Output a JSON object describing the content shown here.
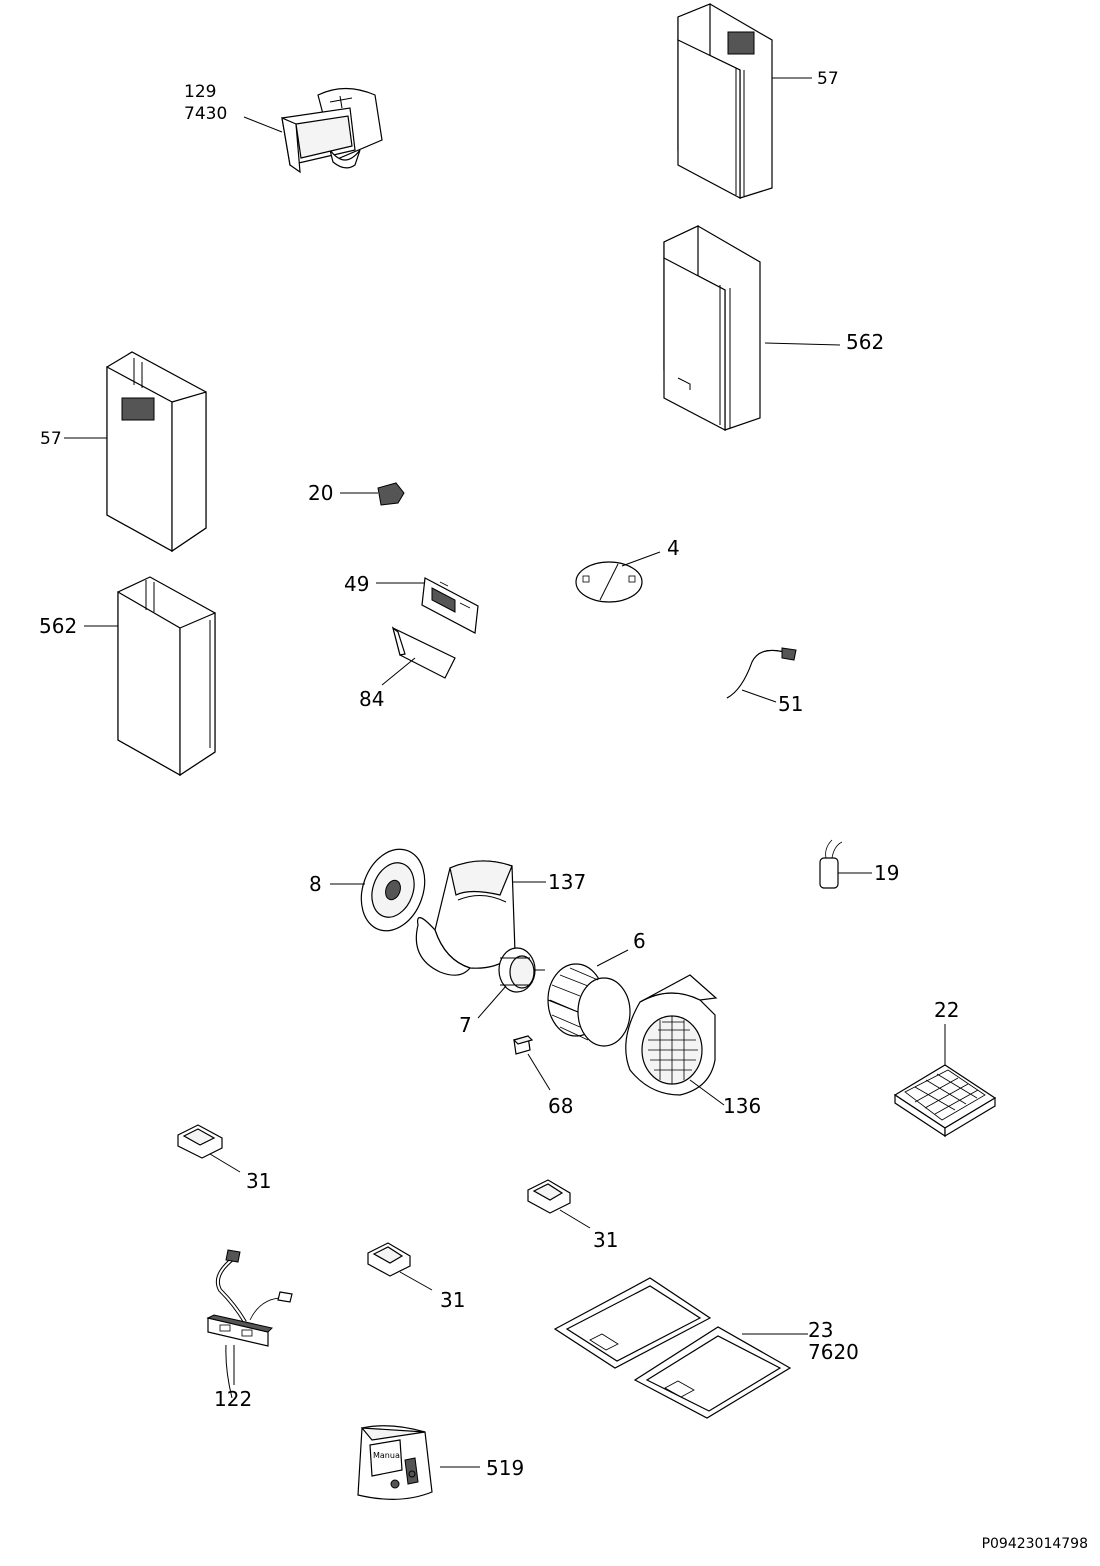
{
  "drawing_code": "P09423014798",
  "callouts": {
    "c129": "129\n7430",
    "c57_top": "57",
    "c562_top": "562",
    "c57_left": "57",
    "c20": "20",
    "c4": "4",
    "c49": "49",
    "c562_left": "562",
    "c84": "84",
    "c51": "51",
    "c19": "19",
    "c8": "8",
    "c137": "137",
    "c6": "6",
    "c7": "7",
    "c22": "22",
    "c68": "68",
    "c136": "136",
    "c31_a": "31",
    "c31_b": "31",
    "c31_c": "31",
    "c23": "23\n7620",
    "c122": "122",
    "c519": "519"
  },
  "manual_text": "Manual"
}
